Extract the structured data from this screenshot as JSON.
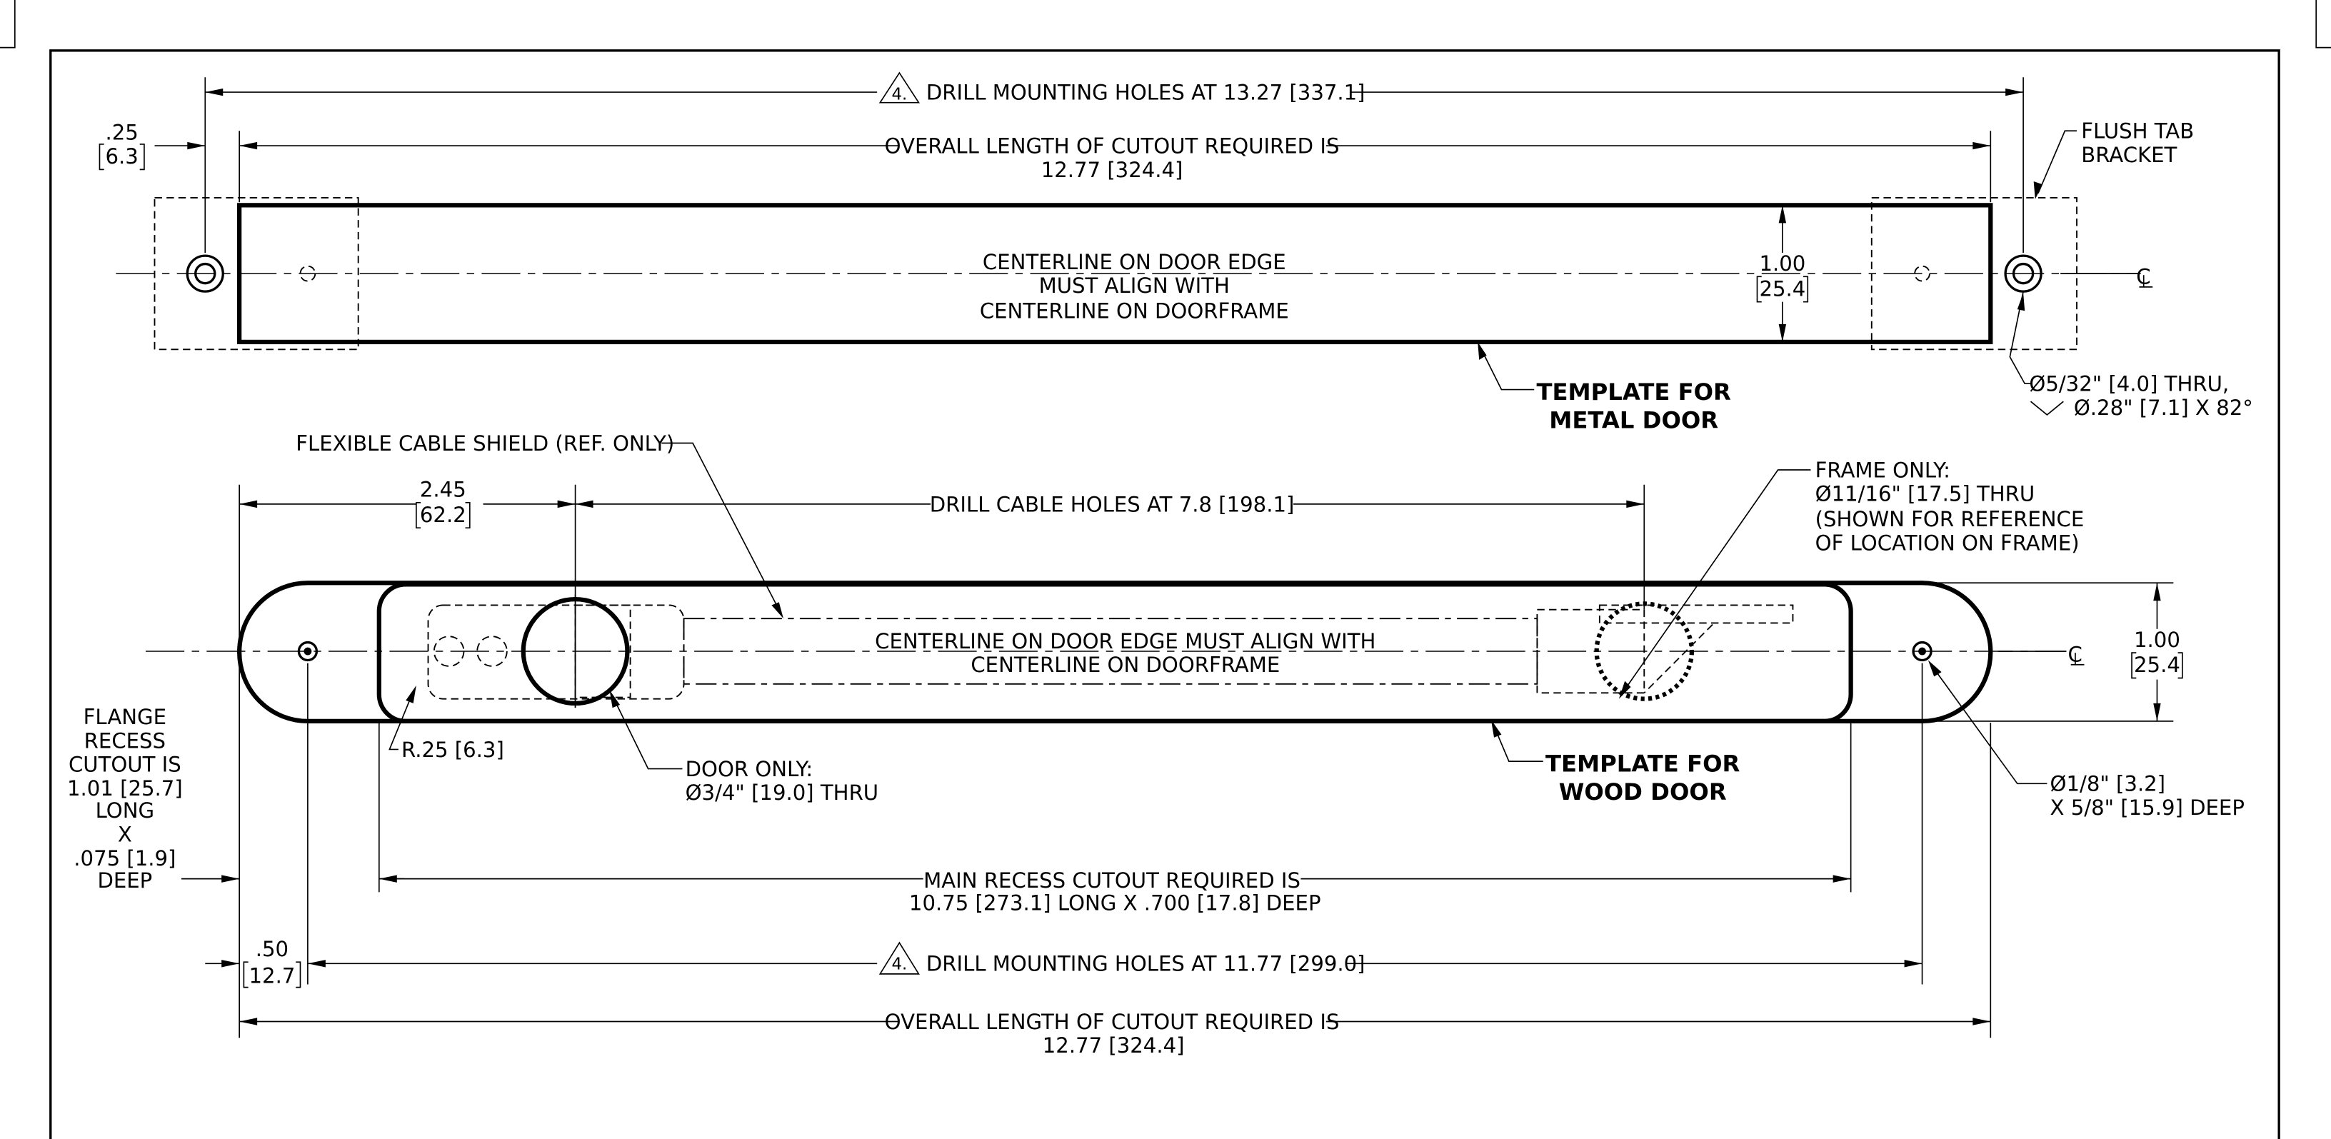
{
  "metal_template": {
    "drill_holes_note": "DRILL MOUNTING HOLES AT 13.27 [337.1]",
    "drill_holes_flag": "4.",
    "offset_in": ".25",
    "offset_mm": "6.3",
    "overall_length_line1": "OVERALL LENGTH OF CUTOUT REQUIRED IS",
    "overall_length_line2": "12.77 [324.4]",
    "centerline_note": [
      "CENTERLINE ON DOOR EDGE",
      "MUST ALIGN WITH",
      "CENTERLINE ON DOORFRAME"
    ],
    "height_in": "1.00",
    "height_mm": "25.4",
    "flush_tab": [
      "FLUSH TAB",
      "BRACKET"
    ],
    "hole_callout": [
      "Ø5/32\" [4.0] THRU,",
      "Ø.28\" [7.1] X 82°"
    ],
    "template_label": [
      "TEMPLATE FOR",
      "METAL DOOR"
    ],
    "cl_symbol": "C"
  },
  "wood_template": {
    "cable_shield_note": "FLEXIBLE CABLE SHIELD (REF. ONLY)",
    "offset_in": "2.45",
    "offset_mm": "62.2",
    "drill_cable_note": "DRILL CABLE HOLES AT 7.8 [198.1]",
    "frame_only_note": [
      "FRAME ONLY:",
      "Ø11/16\" [17.5] THRU",
      "(SHOWN FOR REFERENCE",
      "OF LOCATION ON FRAME)"
    ],
    "centerline_note": [
      "CENTERLINE ON DOOR EDGE MUST ALIGN WITH",
      "CENTERLINE ON DOORFRAME"
    ],
    "height_in": "1.00",
    "height_mm": "25.4",
    "flange_note": [
      "FLANGE",
      "RECESS",
      "CUTOUT IS",
      "1.01 [25.7]",
      "LONG",
      "X",
      ".075 [1.9]",
      "DEEP"
    ],
    "radius_note": "R.25 [6.3]",
    "door_only_note": [
      "DOOR ONLY:",
      "Ø3/4\" [19.0] THRU"
    ],
    "template_label": [
      "TEMPLATE FOR",
      "WOOD DOOR"
    ],
    "hole_callout": [
      "Ø1/8\" [3.2]",
      "X 5/8\" [15.9] DEEP"
    ],
    "main_recess_line1": "MAIN RECESS CUTOUT REQUIRED IS",
    "main_recess_line2": "10.75 [273.1] LONG X .700 [17.8] DEEP",
    "edge_offset_in": ".50",
    "edge_offset_mm": "12.7",
    "drill_holes_note": "DRILL MOUNTING HOLES AT 11.77 [299.0]",
    "drill_holes_flag": "4.",
    "overall_length_line1": "OVERALL LENGTH OF CUTOUT REQUIRED IS",
    "overall_length_line2": "12.77 [324.4]",
    "cl_symbol": "C"
  }
}
